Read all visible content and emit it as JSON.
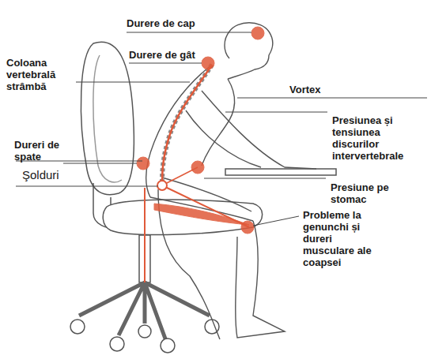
{
  "diagram": {
    "labels": [
      "Durere de cap",
      "Durere de gât",
      "Coloana vertebrală strâmbă",
      "Vortex",
      "Presiunea și tensiunea discurilor intervertebrale",
      "Dureri de spate",
      "Şolduri",
      "Presiune pe stomac",
      "Probleme la genunchi și dureri musculare ale coapsei"
    ]
  }
}
